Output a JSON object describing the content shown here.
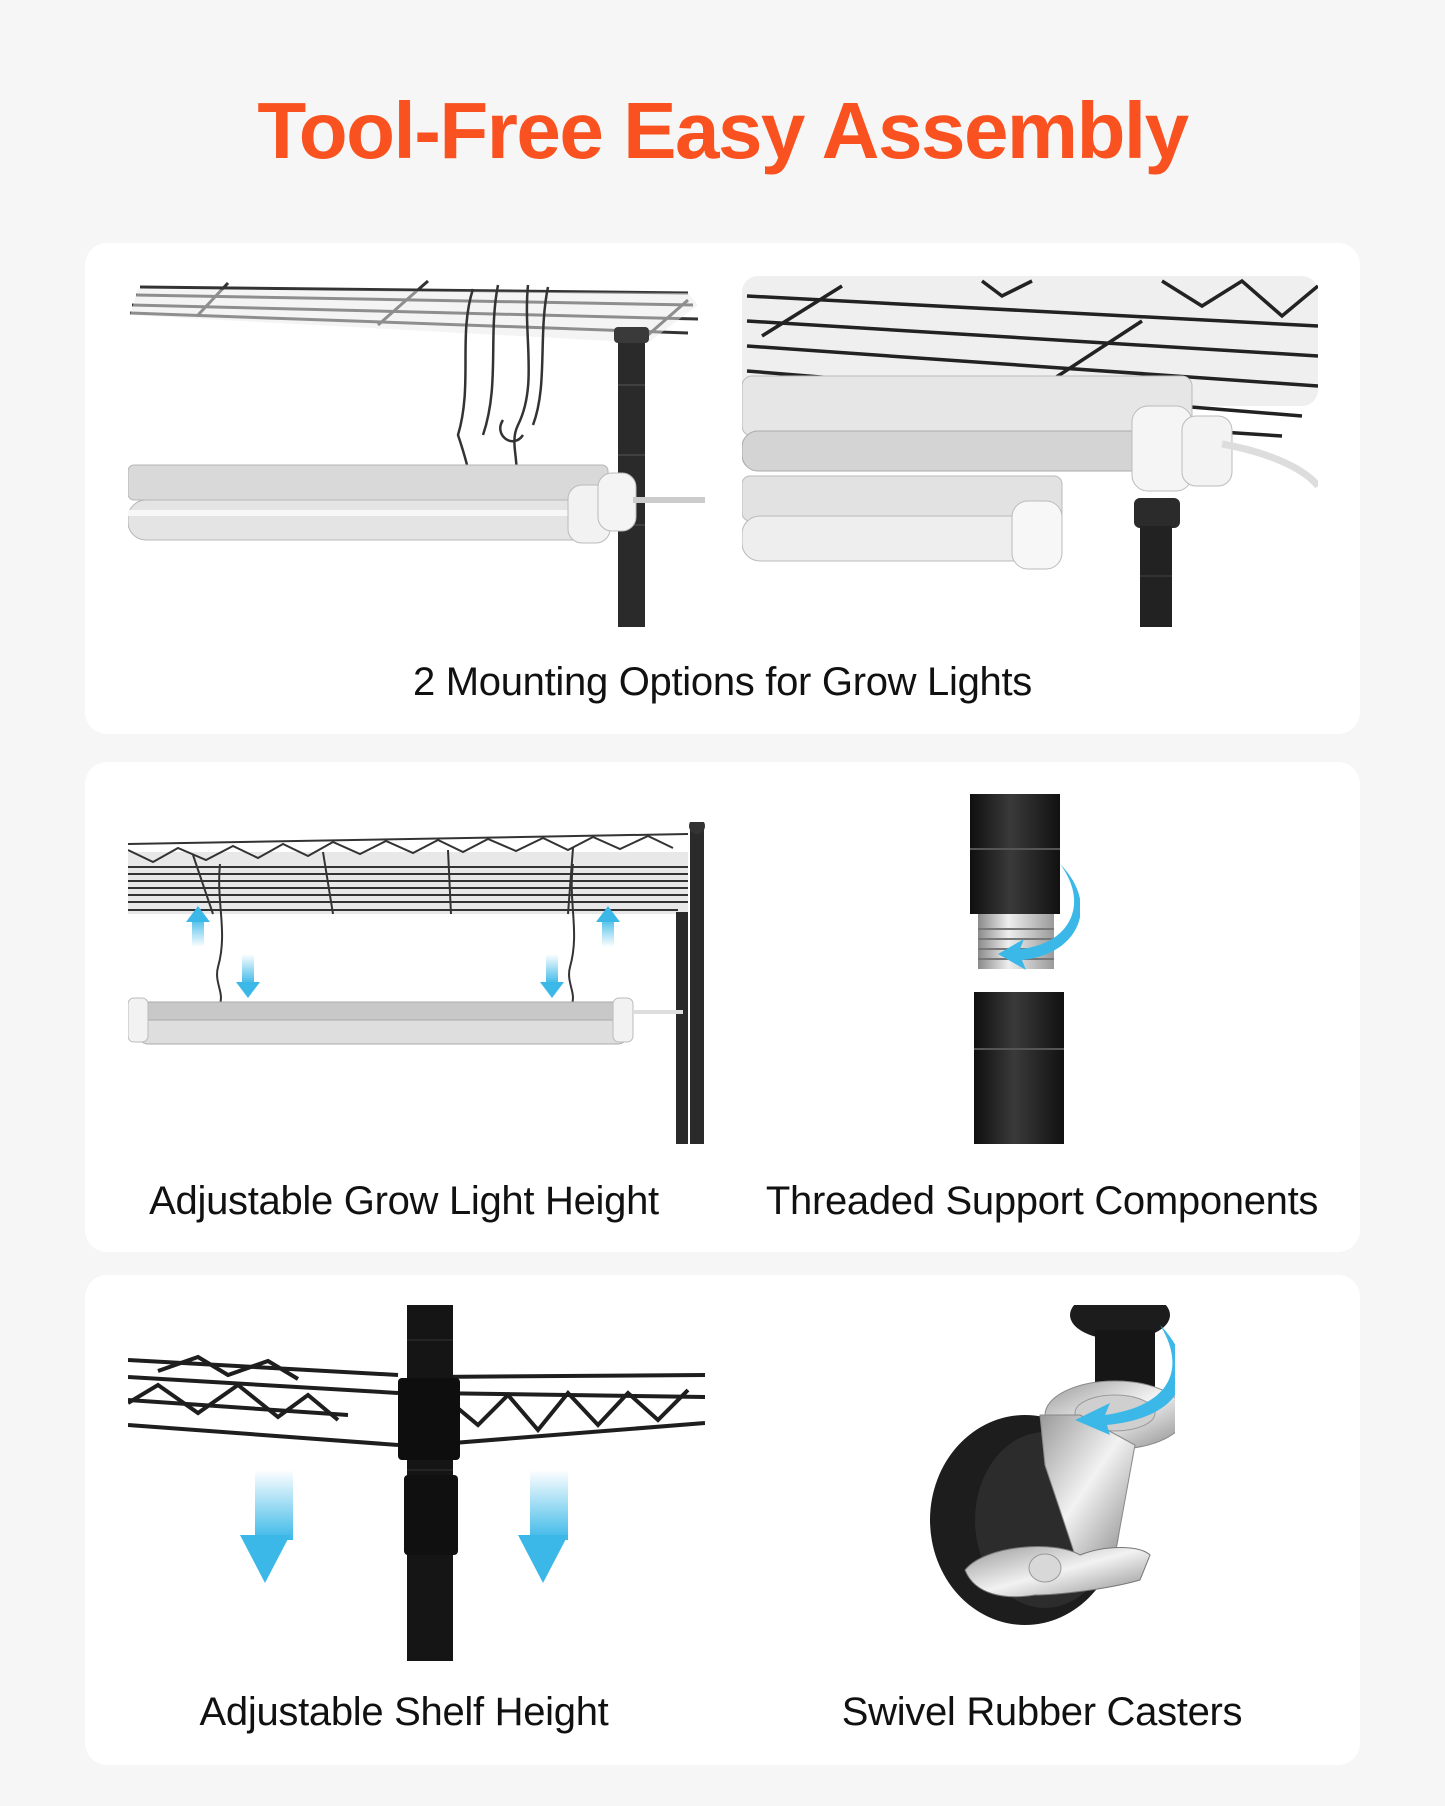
{
  "header": {
    "title": "Tool-Free Easy Assembly",
    "title_color": "#f9511f"
  },
  "colors": {
    "background": "#f6f6f6",
    "card": "#ffffff",
    "arrow_accent": "#3bb8e8",
    "frame_black": "#1e1e1e"
  },
  "sections": [
    {
      "caption": "2 Mounting Options for Grow Lights",
      "images": [
        {
          "subject": "grow-light-hanging-from-chains-under-wire-shelf"
        },
        {
          "subject": "grow-lights-clipped-under-wire-shelf"
        }
      ]
    },
    {
      "features": [
        {
          "caption": "Adjustable Grow Light Height",
          "subject": "grow-light-chains-with-up-down-arrows"
        },
        {
          "caption": "Threaded Support Components",
          "subject": "threaded-pole-connector-with-rotate-arrow"
        }
      ]
    },
    {
      "features": [
        {
          "caption": "Adjustable Shelf Height",
          "subject": "shelf-sleeve-on-pole-with-down-arrows"
        },
        {
          "caption": "Swivel Rubber Casters",
          "subject": "locking-caster-wheel-with-rotate-arrow"
        }
      ]
    }
  ]
}
